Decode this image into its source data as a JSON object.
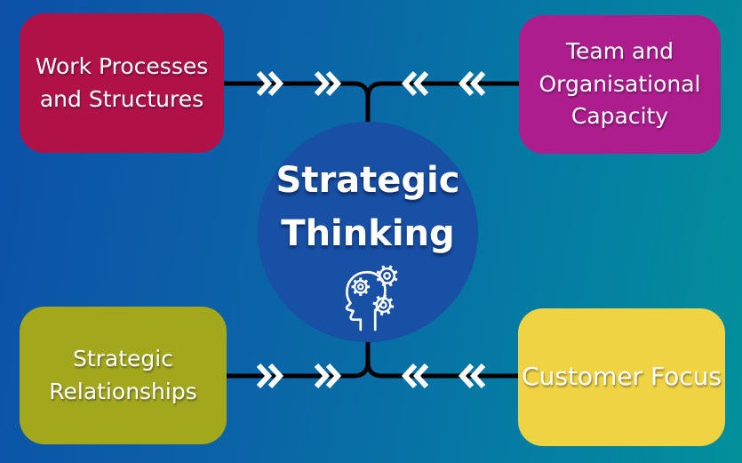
{
  "diagram": {
    "title": "Strategic Thinking",
    "background": {
      "gradient_left": "#0c50a8",
      "gradient_right": "#03909b"
    },
    "center": {
      "title_lines": [
        "Strategic",
        "Thinking"
      ],
      "color": "#1750a4",
      "text_color": "#ffffff",
      "icon": "head-with-gears-icon"
    },
    "connectors": {
      "line_color": "#000000",
      "chevron_color": "#ffffff",
      "style": "double-chevron-toward-center"
    },
    "nodes": [
      {
        "id": "work-processes-and-structures",
        "label": "Work Processes and Structures",
        "lines": [
          "Work Processes",
          "and Structures"
        ],
        "color": "#b01248",
        "text_color": "#ffffff",
        "position": "top-left"
      },
      {
        "id": "team-and-organisational-capacity",
        "label": "Team and Organisational Capacity",
        "lines": [
          "Team and",
          "Organisational",
          "Capacity"
        ],
        "color": "#ae1d8e",
        "text_color": "#ffffff",
        "position": "top-right"
      },
      {
        "id": "strategic-relationships",
        "label": "Strategic Relationships",
        "lines": [
          "Strategic",
          "Relationships"
        ],
        "color": "#a2a71c",
        "text_color": "#ffffff",
        "position": "bottom-left"
      },
      {
        "id": "customer-focus",
        "label": "Customer Focus",
        "lines": [
          "Customer Focus"
        ],
        "color": "#efd343",
        "text_color": "#ffffff",
        "position": "bottom-right"
      }
    ]
  }
}
